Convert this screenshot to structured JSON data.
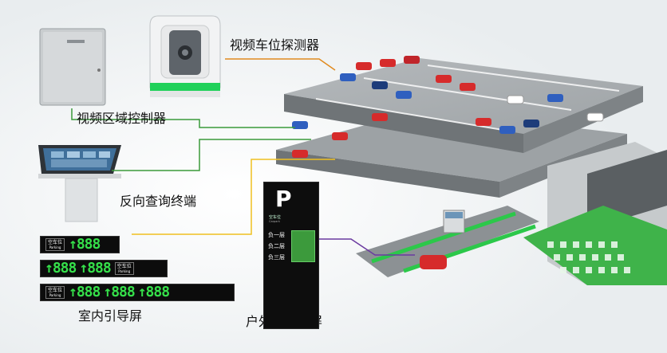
{
  "labels": {
    "camera_detector": "视频车位探测器",
    "area_controller": "视频区域控制器",
    "query_terminal": "反向查询终端",
    "indoor_screen": "室内引导屏",
    "outdoor_screen": "户外引导大屏"
  },
  "indoor_screens": [
    {
      "sign_zh": "空车位",
      "sign_en": "Parking",
      "nums": [
        "↑888"
      ]
    },
    {
      "sign_zh": "空车位",
      "sign_en": "Parking",
      "nums": [
        "↑888",
        "↑888"
      ]
    },
    {
      "sign_zh": "空车位",
      "sign_en": "Parking",
      "nums": [
        "↑888",
        "↑888",
        "↑888"
      ]
    }
  ],
  "outdoor_screen": {
    "letter": "P",
    "title": "空车位",
    "subtitle": "Carpark",
    "floors": [
      "负一层",
      "负二层",
      "负三层"
    ]
  },
  "colors": {
    "leader_orange": "#e08a1e",
    "leader_green": "#3a9a3a",
    "leader_yellow": "#f0c020",
    "leader_purple": "#6a3aa0",
    "led_green": "#35e04a",
    "floor_grey": "#8a8f93"
  }
}
